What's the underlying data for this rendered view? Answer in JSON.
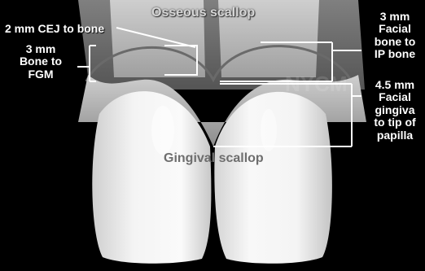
{
  "labels": {
    "osseous_scallop": "Osseous scallop",
    "cej_to_bone": "2 mm CEJ to bone",
    "bone_to_fgm": "3 mm\nBone to\nFGM",
    "facial_bone_to_ip": "3 mm\nFacial\nbone to\nIP bone",
    "facial_gingiva": "4.5 mm\nFacial\ngingiva\nto tip of\npapilla",
    "gingival_scallop": "Gingival scallop"
  },
  "colors": {
    "background": "#000000",
    "tooth": "#f2f2f2",
    "gingiva": "#b9b9b9",
    "bone": "#d0d0d0",
    "label_text": "#ffffff",
    "bracket_line": "#ffffff"
  }
}
